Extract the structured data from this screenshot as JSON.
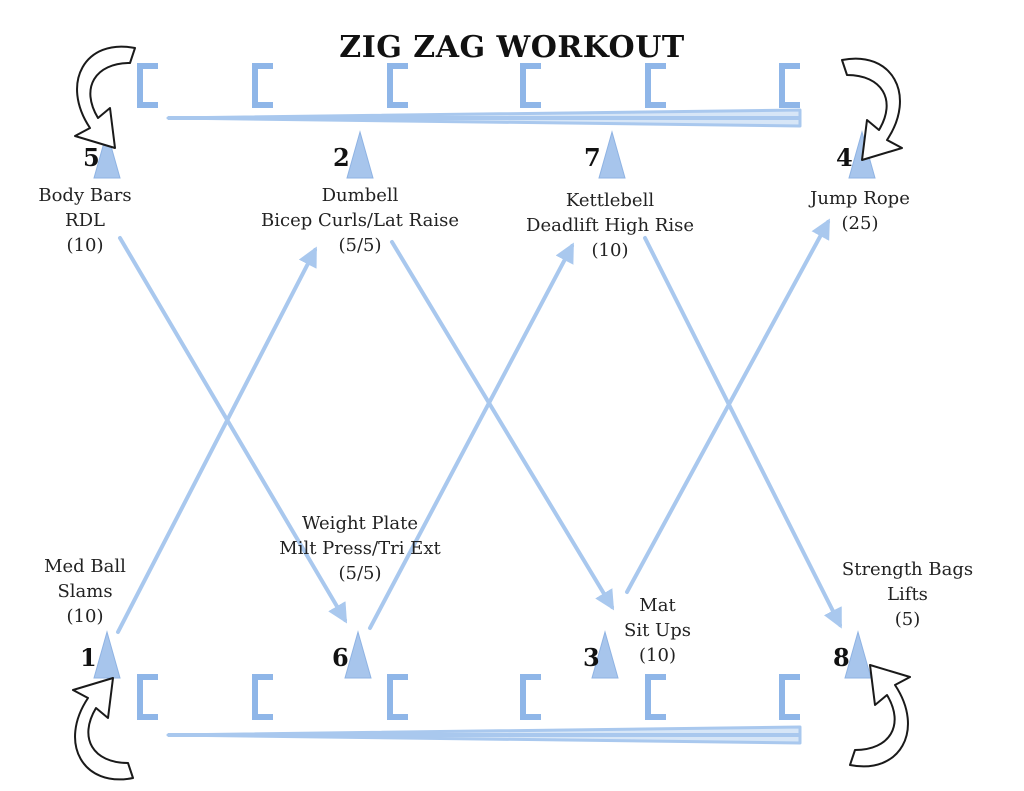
{
  "title": "ZIG ZAG WORKOUT",
  "colors": {
    "arrow": "#a9c8ee",
    "bracket": "#8fb6e8",
    "cone": "#a7c5ec",
    "ink": "#222222"
  },
  "stations": [
    {
      "number": "1",
      "lines": [
        "Med Ball",
        "Slams",
        "(10)"
      ]
    },
    {
      "number": "2",
      "lines": [
        "Dumbell",
        "Bicep Curls/Lat Raise",
        "(5/5)"
      ]
    },
    {
      "number": "3",
      "lines": [
        "Mat",
        "Sit Ups",
        "(10)"
      ]
    },
    {
      "number": "4",
      "lines": [
        "Jump Rope",
        "(25)"
      ]
    },
    {
      "number": "5",
      "lines": [
        "Body Bars",
        "RDL",
        "(10)"
      ]
    },
    {
      "number": "6",
      "lines": [
        "Weight Plate",
        "Milt Press/Tri Ext",
        "(5/5)"
      ]
    },
    {
      "number": "7",
      "lines": [
        "Kettlebell",
        "Deadlift High Rise",
        "(10)"
      ]
    },
    {
      "number": "8",
      "lines": [
        "Strength Bags",
        "Lifts",
        "(5)"
      ]
    }
  ],
  "icons": {
    "cone": "cone-icon",
    "bracket": "bracket-icon",
    "turn_arrow": "curved-arrow-icon"
  }
}
